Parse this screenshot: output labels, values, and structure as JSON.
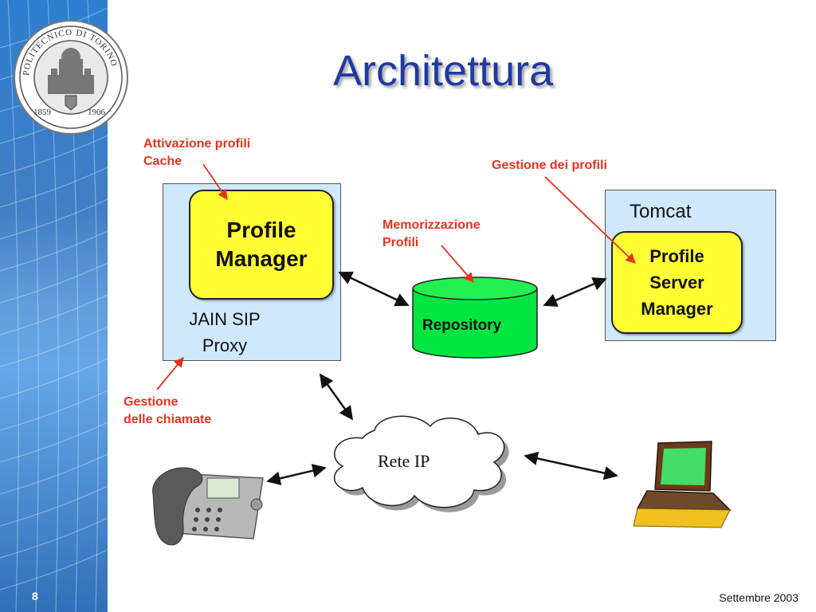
{
  "title": "Architettura",
  "logo": {
    "text": "POLITECNICO DI TORINO",
    "year_left": "1859",
    "year_right": "1906"
  },
  "annotations": {
    "activation": "Attivazione profili\nCache",
    "gestione_profili": "Gestione dei profili",
    "memorizzazione": "Memorizzazione\nProfili",
    "gestione_chiamate": "Gestione\ndelle chiamate"
  },
  "sip_proxy": {
    "label": "JAIN SIP\nProxy",
    "component": "Profile\nManager"
  },
  "tomcat": {
    "label": "Tomcat",
    "component": "Profile\nServer\nManager"
  },
  "repository": {
    "label": "Repository"
  },
  "network": {
    "label": "Rete IP"
  },
  "icons": {
    "phone": "desk-phone-icon",
    "laptop": "laptop-icon"
  },
  "footer": {
    "page": "8",
    "date": "Settembre 2003"
  },
  "colors": {
    "title": "#1f3aa0",
    "annotation": "#e8321e",
    "component": "#ffff33",
    "repository": "#00e640",
    "container": "#cfe8fb"
  }
}
